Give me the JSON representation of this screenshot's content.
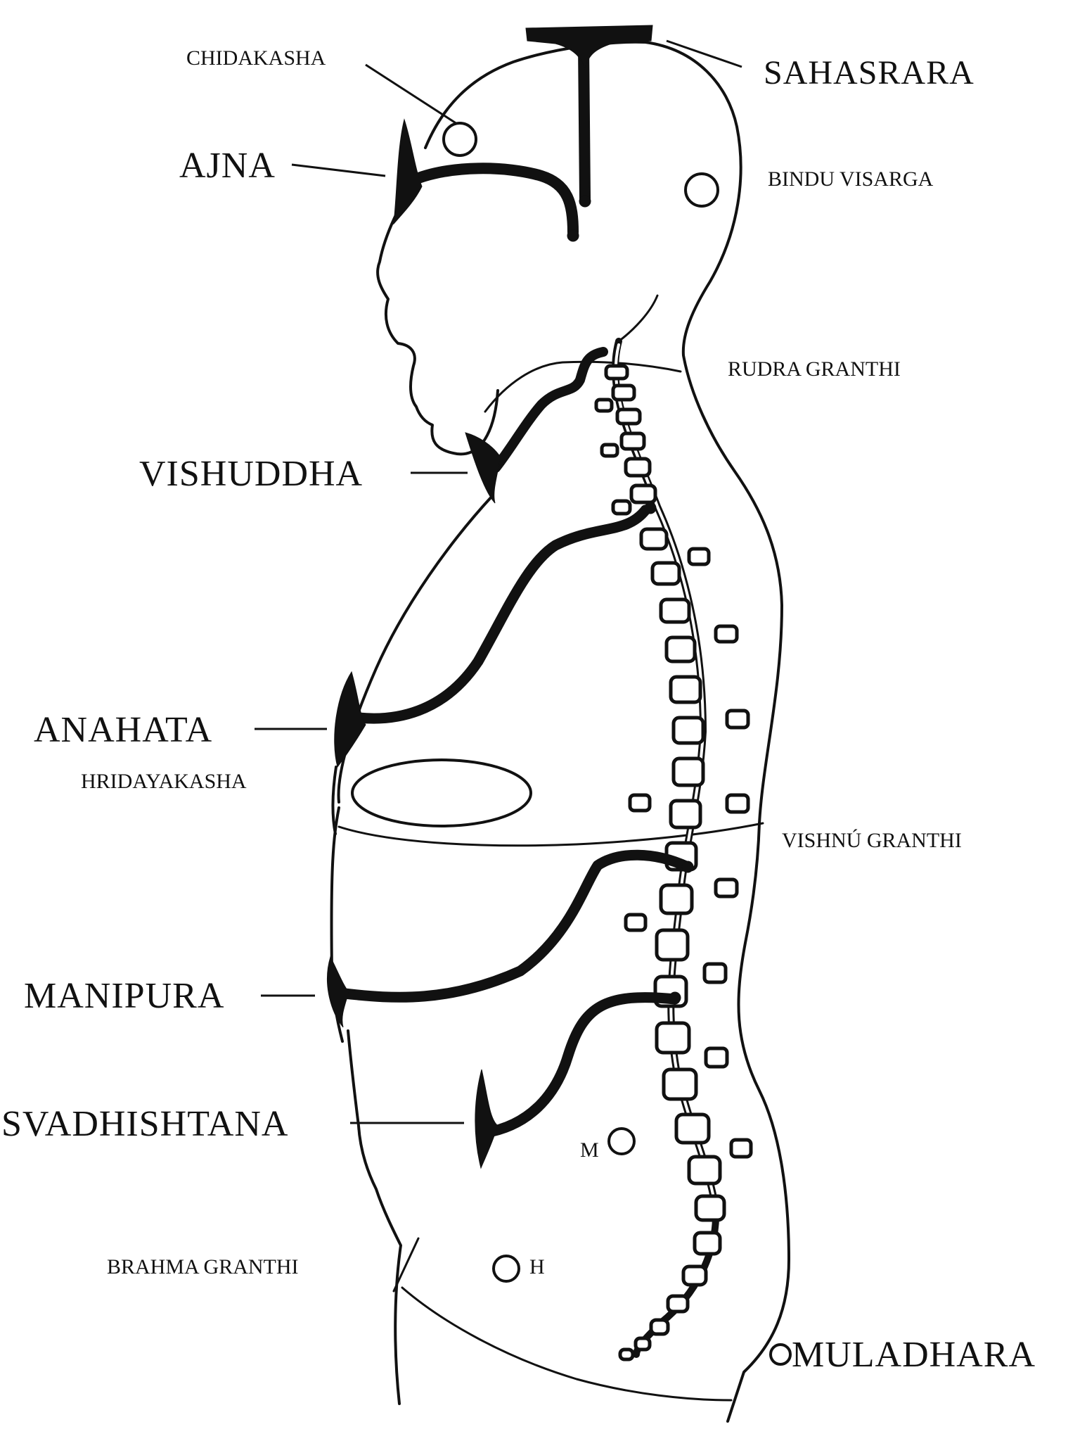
{
  "labels": {
    "chidakasha": "CHIDAKASHA",
    "sahasrara": "SAHASRARA",
    "ajna": "AJNA",
    "bindu_visarga": "BINDU VISARGA",
    "rudra_granthi": "RUDRA GRANTHI",
    "vishuddha": "VISHUDDHA",
    "anahata": "ANAHATA",
    "hridayakasha": "HRIDAYAKASHA",
    "vishnu_granthi": "VISHNÚ GRANTHI",
    "manipura": "MANIPURA",
    "svadhishtana": "SVADHISHTANA",
    "m_point": "M",
    "brahma_granthi": "BRAHMA GRANTHI",
    "h_point": "H",
    "muladhara": "MULADHARA"
  },
  "colors": {
    "ink": "#111111",
    "paper": "#ffffff"
  }
}
